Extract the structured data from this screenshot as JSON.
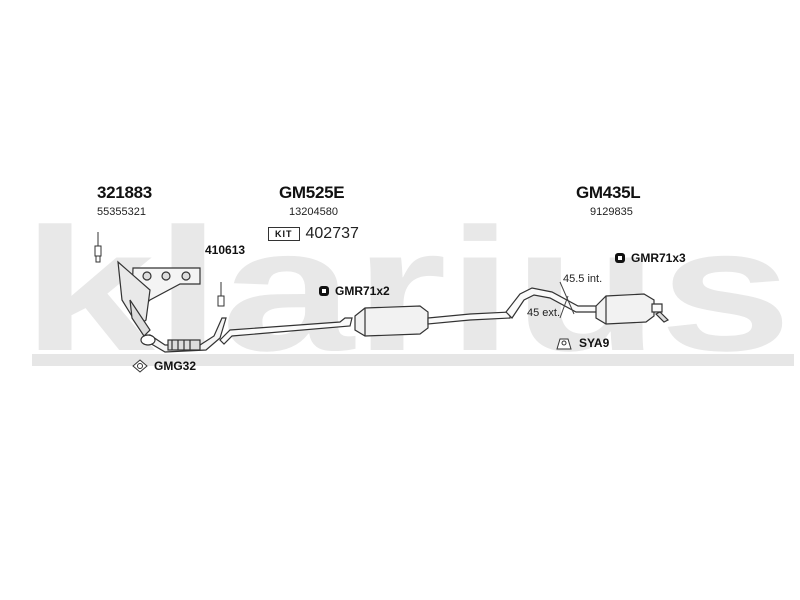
{
  "watermark": {
    "text": "klarius",
    "color": "#e6e6e6"
  },
  "groups": [
    {
      "part": "321883",
      "ref": "55355321"
    },
    {
      "part": "GM525E",
      "ref": "13204580"
    },
    {
      "part": "GM435L",
      "ref": "9129835"
    }
  ],
  "kit": {
    "label": "KIT",
    "number": "402737"
  },
  "labels": {
    "manifold": "410613",
    "clamp_left": "GMR71x2",
    "clamp_right": "GMR71x3",
    "gasket": "GMG32",
    "mount": "SYA9",
    "int_dim": "45.5 int.",
    "ext_dim": "45 ext."
  }
}
